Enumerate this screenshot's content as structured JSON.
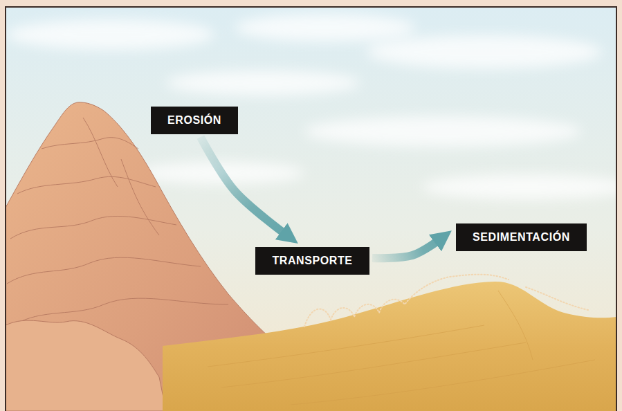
{
  "diagram": {
    "nodes": [
      {
        "text": [
          "EROSIÓN"
        ]
      },
      {
        "text": [
          "TRANSPORTE"
        ]
      },
      {
        "text": [
          "SEDIMENTACIÓN"
        ]
      }
    ],
    "edges": [
      {
        "from": 0,
        "to": 1,
        "arrow": "to"
      },
      {
        "from": 1,
        "to": 2,
        "arrow": "to"
      }
    ]
  }
}
